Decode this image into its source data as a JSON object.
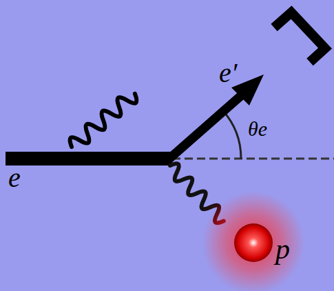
{
  "diagram": {
    "labels": [
      "e",
      "e′",
      "θe",
      "p"
    ]
  }
}
